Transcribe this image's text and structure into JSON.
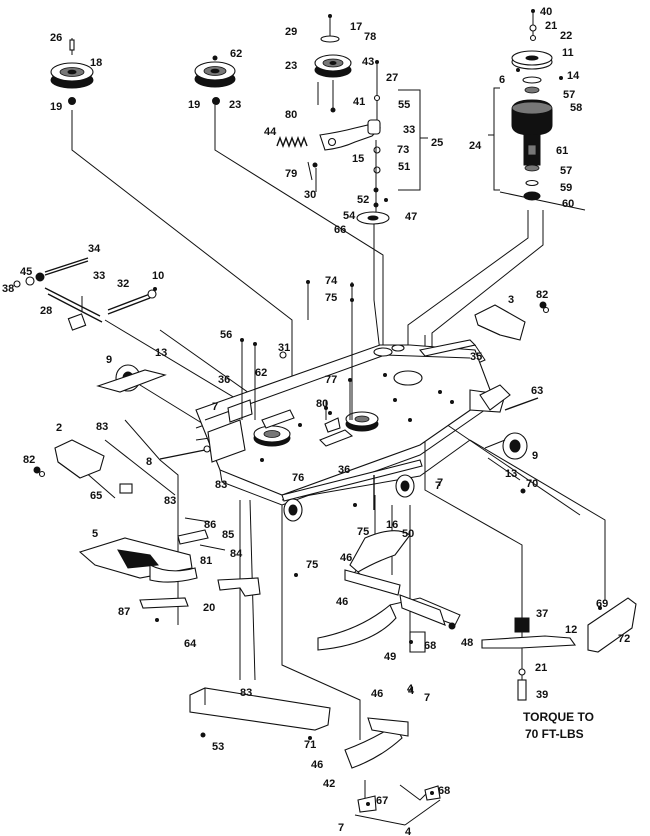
{
  "diagram": {
    "part_labels": [
      {
        "id": "l1",
        "text": "26"
      },
      {
        "id": "l2",
        "text": "18"
      },
      {
        "id": "l3",
        "text": "19"
      },
      {
        "id": "l4",
        "text": "62"
      },
      {
        "id": "l5",
        "text": "19"
      },
      {
        "id": "l6",
        "text": "23"
      },
      {
        "id": "l7",
        "text": "29"
      },
      {
        "id": "l8",
        "text": "17"
      },
      {
        "id": "l9",
        "text": "78"
      },
      {
        "id": "l10",
        "text": "23"
      },
      {
        "id": "l11",
        "text": "43"
      },
      {
        "id": "l12",
        "text": "27"
      },
      {
        "id": "l13",
        "text": "41"
      },
      {
        "id": "l14",
        "text": "55"
      },
      {
        "id": "l15",
        "text": "80"
      },
      {
        "id": "l16",
        "text": "33"
      },
      {
        "id": "l17",
        "text": "44"
      },
      {
        "id": "l18",
        "text": "15"
      },
      {
        "id": "l19",
        "text": "25"
      },
      {
        "id": "l20",
        "text": "73"
      },
      {
        "id": "l21",
        "text": "79"
      },
      {
        "id": "l22",
        "text": "51"
      },
      {
        "id": "l23",
        "text": "30"
      },
      {
        "id": "l24",
        "text": "52"
      },
      {
        "id": "l25",
        "text": "54"
      },
      {
        "id": "l26",
        "text": "47"
      },
      {
        "id": "l27",
        "text": "66"
      },
      {
        "id": "l28",
        "text": "40"
      },
      {
        "id": "l29",
        "text": "21"
      },
      {
        "id": "l30",
        "text": "22"
      },
      {
        "id": "l31",
        "text": "11"
      },
      {
        "id": "l32",
        "text": "6"
      },
      {
        "id": "l33",
        "text": "14"
      },
      {
        "id": "l34",
        "text": "57"
      },
      {
        "id": "l35",
        "text": "58"
      },
      {
        "id": "l36",
        "text": "24"
      },
      {
        "id": "l37",
        "text": "61"
      },
      {
        "id": "l38",
        "text": "57"
      },
      {
        "id": "l39",
        "text": "59"
      },
      {
        "id": "l40",
        "text": "60"
      },
      {
        "id": "l41",
        "text": "34"
      },
      {
        "id": "l42",
        "text": "45"
      },
      {
        "id": "l43",
        "text": "38"
      },
      {
        "id": "l44",
        "text": "33"
      },
      {
        "id": "l45",
        "text": "32"
      },
      {
        "id": "l46",
        "text": "10"
      },
      {
        "id": "l47",
        "text": "28"
      },
      {
        "id": "l48",
        "text": "74"
      },
      {
        "id": "l49",
        "text": "75"
      },
      {
        "id": "l50",
        "text": "3"
      },
      {
        "id": "l51",
        "text": "82"
      },
      {
        "id": "l52",
        "text": "56"
      },
      {
        "id": "l53",
        "text": "31"
      },
      {
        "id": "l54",
        "text": "9"
      },
      {
        "id": "l55",
        "text": "13"
      },
      {
        "id": "l56",
        "text": "35"
      },
      {
        "id": "l57",
        "text": "62"
      },
      {
        "id": "l58",
        "text": "36"
      },
      {
        "id": "l59",
        "text": "77"
      },
      {
        "id": "l60",
        "text": "63"
      },
      {
        "id": "l61",
        "text": "7"
      },
      {
        "id": "l62",
        "text": "80"
      },
      {
        "id": "l63",
        "text": "83"
      },
      {
        "id": "l64",
        "text": "2"
      },
      {
        "id": "l65",
        "text": "8"
      },
      {
        "id": "l66",
        "text": "82"
      },
      {
        "id": "l67",
        "text": "76"
      },
      {
        "id": "l68",
        "text": "36"
      },
      {
        "id": "l69",
        "text": "7"
      },
      {
        "id": "l70",
        "text": "9"
      },
      {
        "id": "l71",
        "text": "83"
      },
      {
        "id": "l72",
        "text": "13"
      },
      {
        "id": "l73",
        "text": "65"
      },
      {
        "id": "l74",
        "text": "7"
      },
      {
        "id": "l75",
        "text": "70"
      },
      {
        "id": "l76",
        "text": "83"
      },
      {
        "id": "l77",
        "text": "86"
      },
      {
        "id": "l78",
        "text": "85"
      },
      {
        "id": "l79",
        "text": "5"
      },
      {
        "id": "l80",
        "text": "81"
      },
      {
        "id": "l81",
        "text": "84"
      },
      {
        "id": "l82",
        "text": "75"
      },
      {
        "id": "l83",
        "text": "16"
      },
      {
        "id": "l84",
        "text": "50"
      },
      {
        "id": "l85",
        "text": "75"
      },
      {
        "id": "l86",
        "text": "46"
      },
      {
        "id": "l87",
        "text": "87"
      },
      {
        "id": "l88",
        "text": "20"
      },
      {
        "id": "l89",
        "text": "46"
      },
      {
        "id": "l90",
        "text": "37"
      },
      {
        "id": "l91",
        "text": "69"
      },
      {
        "id": "l92",
        "text": "64"
      },
      {
        "id": "l93",
        "text": "68"
      },
      {
        "id": "l94",
        "text": "48"
      },
      {
        "id": "l95",
        "text": "12"
      },
      {
        "id": "l96",
        "text": "72"
      },
      {
        "id": "l97",
        "text": "49"
      },
      {
        "id": "l98",
        "text": "4"
      },
      {
        "id": "l99",
        "text": "21"
      },
      {
        "id": "l100",
        "text": "83"
      },
      {
        "id": "l101",
        "text": "4"
      },
      {
        "id": "l102",
        "text": "7"
      },
      {
        "id": "l103",
        "text": "39"
      },
      {
        "id": "l104",
        "text": "46"
      },
      {
        "id": "l105",
        "text": "53"
      },
      {
        "id": "l106",
        "text": "71"
      },
      {
        "id": "l107",
        "text": "46"
      },
      {
        "id": "l108",
        "text": "42"
      },
      {
        "id": "l109",
        "text": "68"
      },
      {
        "id": "l110",
        "text": "67"
      },
      {
        "id": "l111",
        "text": "7"
      },
      {
        "id": "l112",
        "text": "4"
      }
    ],
    "notes": {
      "torque_line1": "TORQUE TO",
      "torque_line2": "70 FT-LBS"
    }
  }
}
